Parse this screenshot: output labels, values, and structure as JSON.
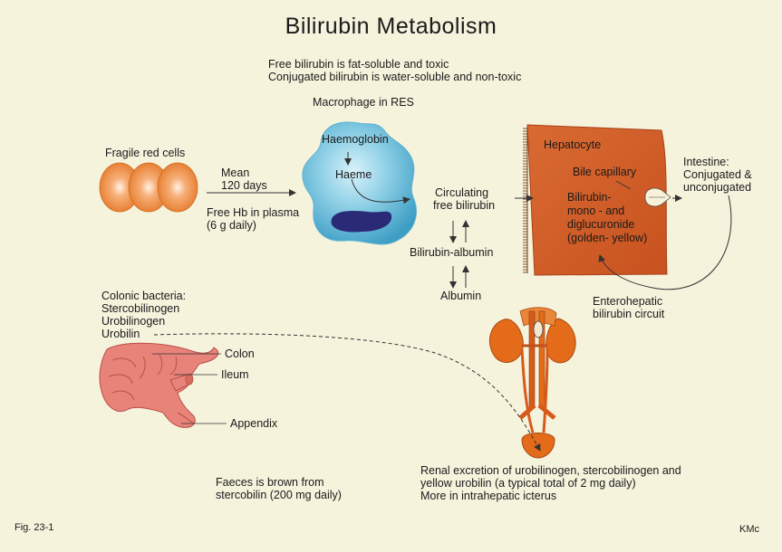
{
  "title": "Bilirubin  Metabolism",
  "notes": {
    "line1": "Free bilirubin is fat-soluble and toxic",
    "line2": "Conjugated bilirubin is water-soluble and non-toxic"
  },
  "macrophage": {
    "label": "Macrophage in RES",
    "haemoglobin": "Haemoglobin",
    "haeme": "Haeme"
  },
  "red_cells": {
    "label": "Fragile red cells",
    "mean1": "Mean",
    "mean2": "120 days",
    "freehb1": "Free Hb in plasma",
    "freehb2": "(6 g daily)"
  },
  "circulation": {
    "circ1": "Circulating",
    "circ2": "free bilirubin",
    "bilirubin_albumin": "Bilirubin-albumin",
    "albumin": "Albumin"
  },
  "hepatocyte": {
    "label": "Hepatocyte",
    "bile_capillary": "Bile capillary",
    "b1": "Bilirubin-",
    "b2": "mono - and",
    "b3": "diglucuronide",
    "b4": "(golden- yellow)"
  },
  "intestine": {
    "l1": "Intestine:",
    "l2": "Conjugated &",
    "l3": "unconjugated"
  },
  "enterohepatic": {
    "l1": "Enterohepatic",
    "l2": "bilirubin circuit"
  },
  "colonic": {
    "l1": "Colonic bacteria:",
    "l2": "Stercobilinogen",
    "l3": "Urobilinogen",
    "l4": "Urobilin"
  },
  "gut_labels": {
    "colon": "Colon",
    "ileum": "Ileum",
    "appendix": "Appendix"
  },
  "faeces": {
    "l1": "Faeces is brown from",
    "l2": "stercobilin (200 mg daily)"
  },
  "renal": {
    "l1": "Renal excretion of urobilinogen, stercobilinogen and",
    "l2": "yellow urobilin (a typical total of 2 mg daily)",
    "l3": "More in intrahepatic icterus"
  },
  "footer": {
    "fig": "Fig. 23-1",
    "author": "KMc"
  },
  "colors": {
    "background": "#f6f3dd",
    "red_cell": "#ee8a3a",
    "macrophage": "#6cc0dc",
    "nucleus": "#26256e",
    "hepatocyte": "#cc5a26",
    "gut": "#e8837a",
    "kidney": "#e36b1a"
  }
}
